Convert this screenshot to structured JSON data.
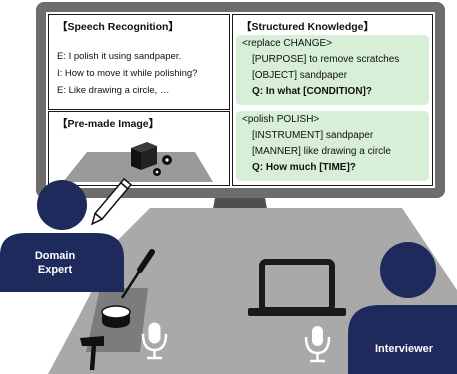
{
  "speech": {
    "title": "【Speech Recognition】",
    "lines": [
      "E: I polish it using sandpaper.",
      "I: How to move it while polishing?",
      "E: Like drawing a circle, …"
    ]
  },
  "premade": {
    "title": "【Pre-made Image】"
  },
  "knowledge": {
    "title": "【Structured Knowledge】",
    "box1": [
      "<replace CHANGE>",
      "[PURPOSE] to remove scratches",
      "[OBJECT] sandpaper",
      "Q: In what [CONDITION]?"
    ],
    "box2": [
      "<polish POLISH>",
      "[INSTRUMENT] sandpaper",
      "[MANNER] like drawing a circle",
      "Q: How much [TIME]?"
    ]
  },
  "people": {
    "expert": [
      "Domain",
      "Expert"
    ],
    "interviewer": "Interviewer"
  },
  "colors": {
    "monitor": "#6d6d6d",
    "navy": "#1f2a5c",
    "green_box": "#d7eed7",
    "table": "#9a9a9a"
  }
}
